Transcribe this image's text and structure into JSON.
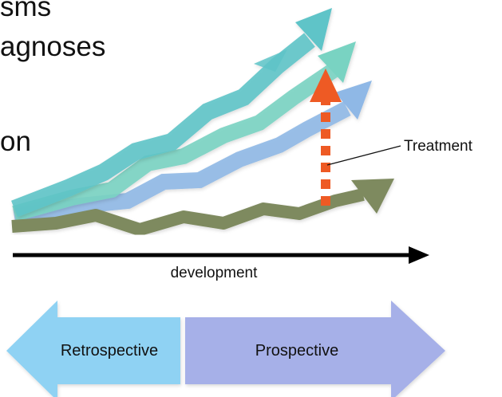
{
  "text_fragments": [
    "sms",
    "agnoses",
    "on"
  ],
  "labels": {
    "treatment": "Treatment",
    "axis": "development",
    "retrospective": "Retrospective",
    "prospective": "Prospective"
  },
  "colors": {
    "teal_arrow": "#5ec4c8",
    "mint_arrow": "#79d3c2",
    "blue_arrow": "#8fb8e6",
    "olive_arrow": "#7e8a5e",
    "treatment_arrow": "#ee5a24",
    "retrospective_fill": "#8fd2f3",
    "prospective_fill": "#a6b0e8",
    "axis": "#000000"
  }
}
